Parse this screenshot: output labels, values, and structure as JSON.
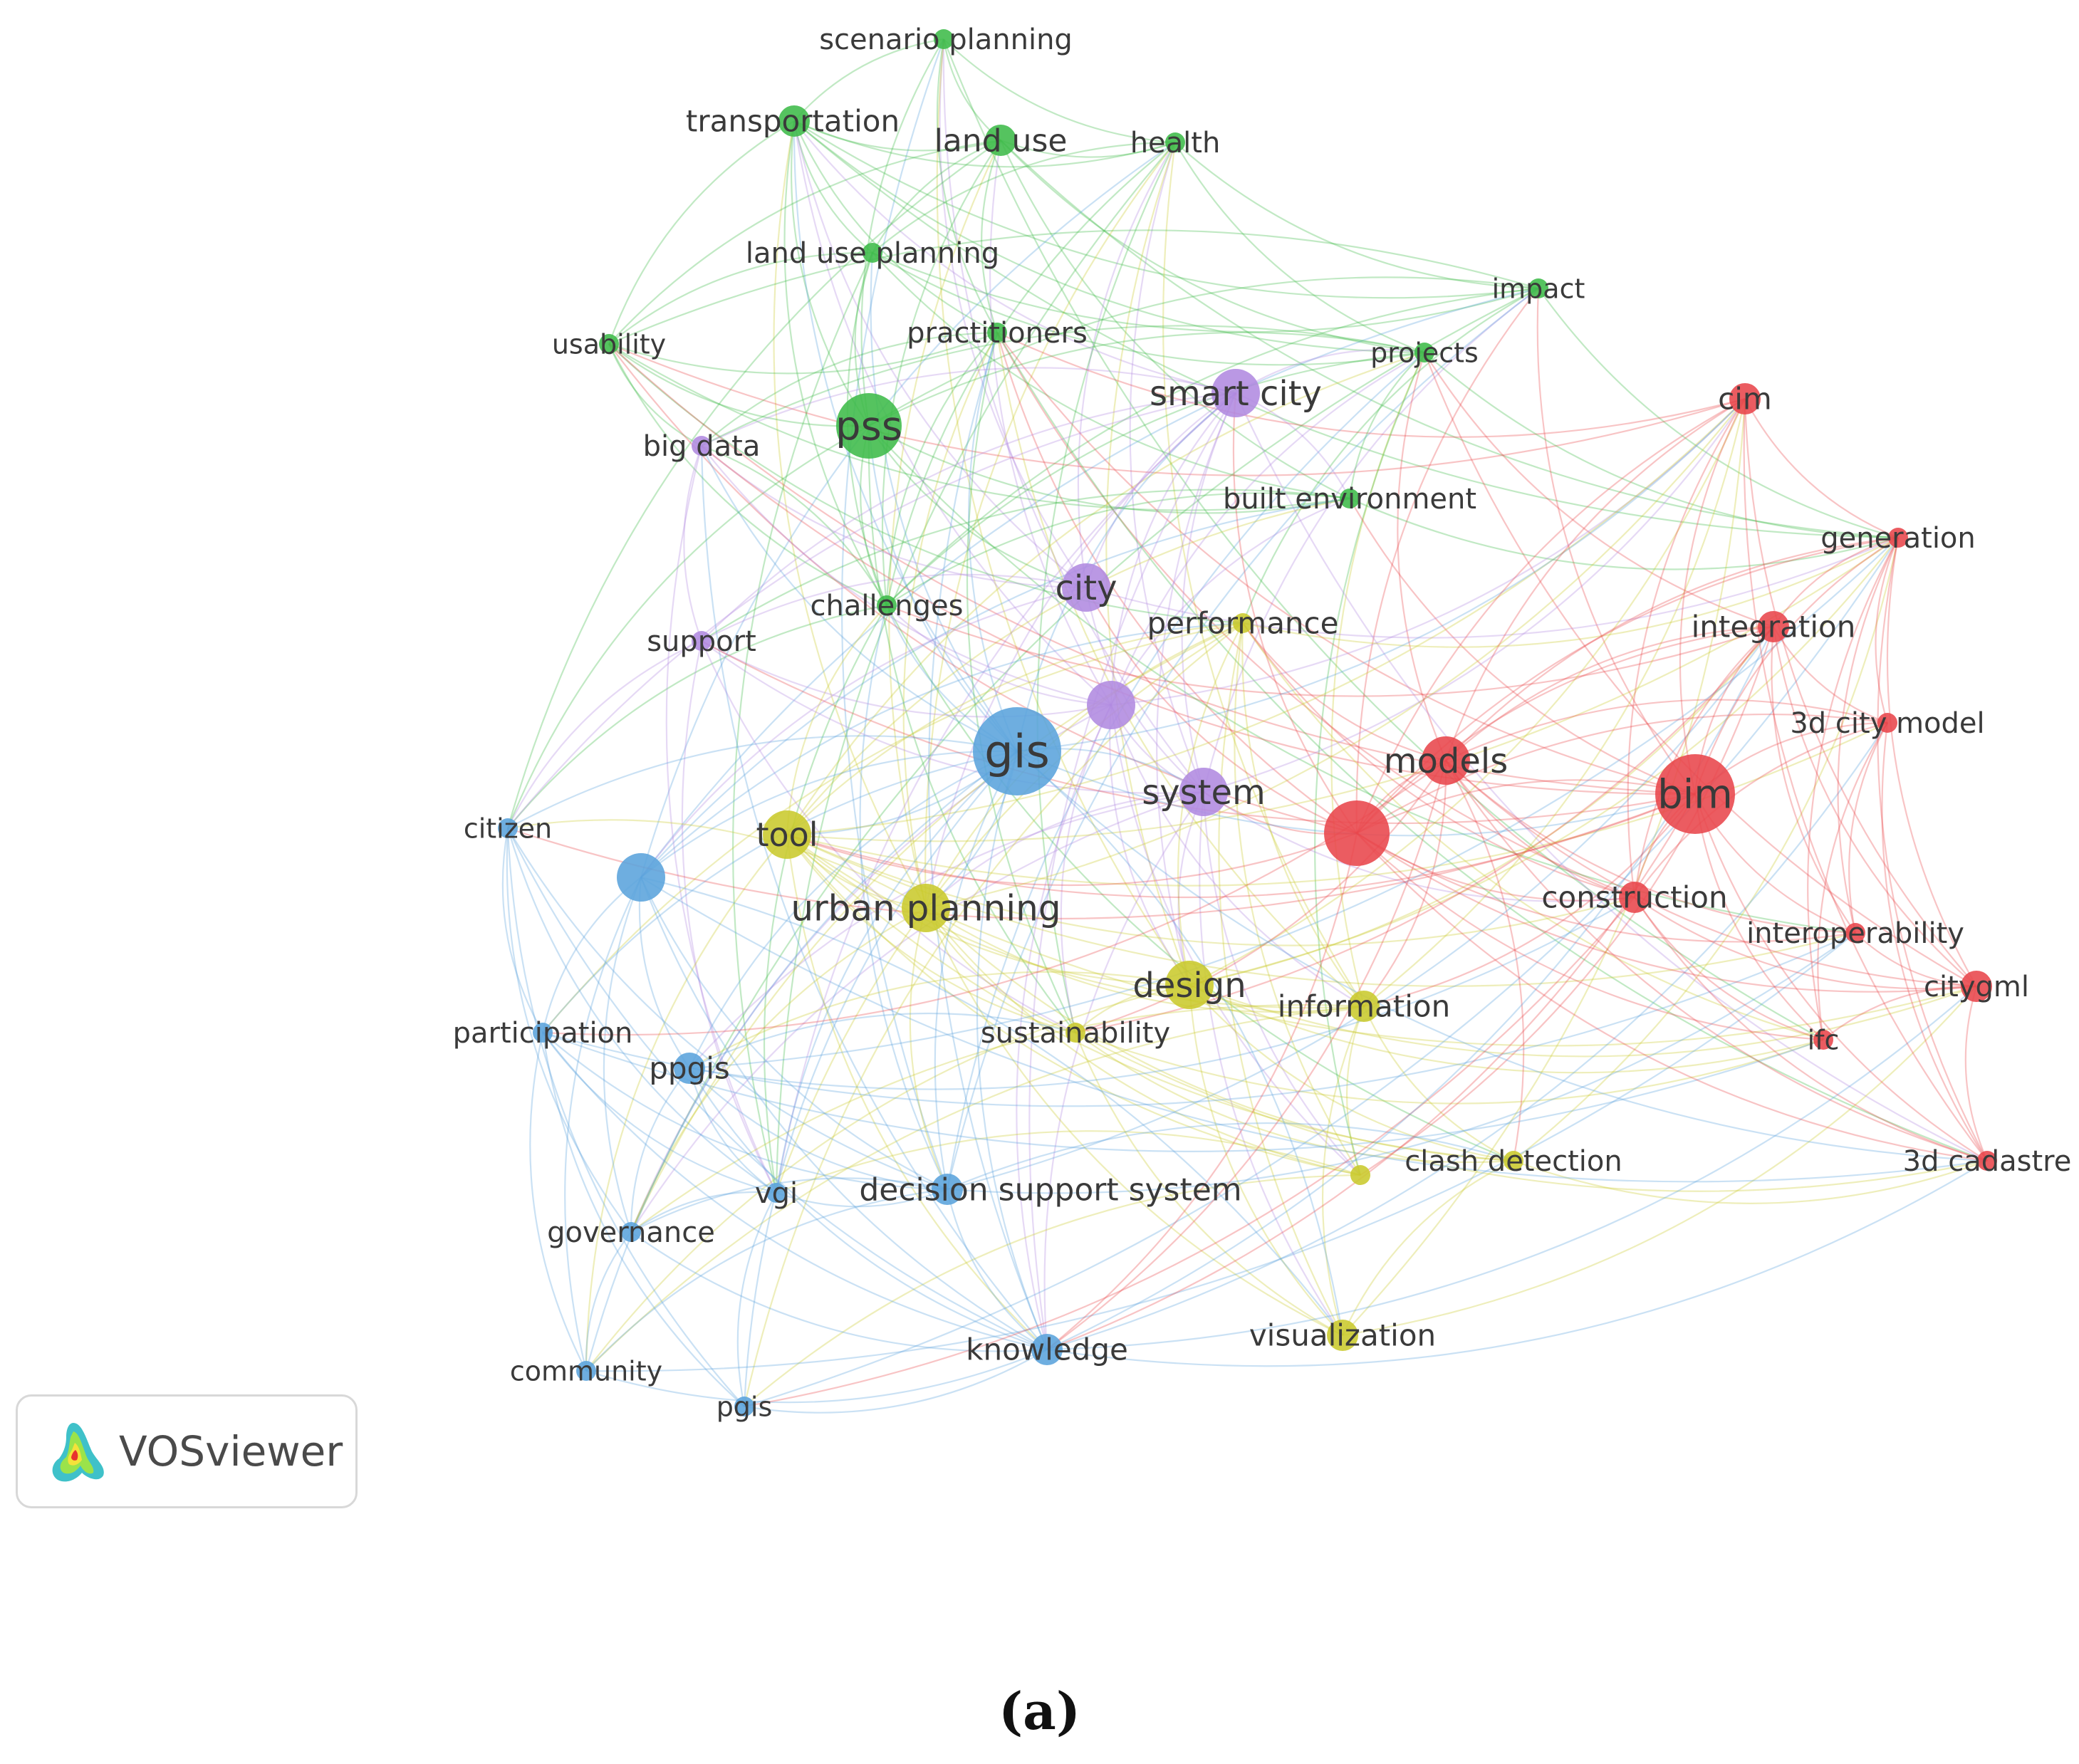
{
  "colors": {
    "red": "#e8464b",
    "green": "#3dbb49",
    "blue": "#5aa3dc",
    "yellow": "#c9c92c",
    "purple": "#b08ae0"
  },
  "network": {
    "nodes": [
      {
        "id": "scenario-planning",
        "label": "scenario planning",
        "cluster": "green",
        "weight": 1
      },
      {
        "id": "transportation",
        "label": "transportation",
        "cluster": "green",
        "weight": 2
      },
      {
        "id": "land-use",
        "label": "land use",
        "cluster": "green",
        "weight": 2
      },
      {
        "id": "health",
        "label": "health",
        "cluster": "green",
        "weight": 1
      },
      {
        "id": "land-use-planning",
        "label": "land use planning",
        "cluster": "green",
        "weight": 1
      },
      {
        "id": "impact",
        "label": "impact",
        "cluster": "green",
        "weight": 1
      },
      {
        "id": "usability",
        "label": "usability",
        "cluster": "green",
        "weight": 1
      },
      {
        "id": "practitioners",
        "label": "practitioners",
        "cluster": "green",
        "weight": 1
      },
      {
        "id": "projects",
        "label": "projects",
        "cluster": "green",
        "weight": 1
      },
      {
        "id": "pss",
        "label": "pss",
        "cluster": "green",
        "weight": 4
      },
      {
        "id": "built-environment",
        "label": "built environment",
        "cluster": "green",
        "weight": 1
      },
      {
        "id": "challenges",
        "label": "challenges",
        "cluster": "green",
        "weight": 1
      },
      {
        "id": "smart-city",
        "label": "smart city",
        "cluster": "purple",
        "weight": 3
      },
      {
        "id": "big-data",
        "label": "big data",
        "cluster": "purple",
        "weight": 1
      },
      {
        "id": "city",
        "label": "city",
        "cluster": "purple",
        "weight": 3
      },
      {
        "id": "support",
        "label": "support",
        "cluster": "purple",
        "weight": 1
      },
      {
        "id": "purple-hub",
        "label": "",
        "cluster": "purple",
        "weight": 3
      },
      {
        "id": "system",
        "label": "system",
        "cluster": "purple",
        "weight": 3
      },
      {
        "id": "performance",
        "label": "performance",
        "cluster": "yellow",
        "weight": 1
      },
      {
        "id": "tool",
        "label": "tool",
        "cluster": "yellow",
        "weight": 3
      },
      {
        "id": "urban-planning",
        "label": "urban planning",
        "cluster": "yellow",
        "weight": 3
      },
      {
        "id": "design",
        "label": "design",
        "cluster": "yellow",
        "weight": 3
      },
      {
        "id": "sustainability",
        "label": "sustainability",
        "cluster": "yellow",
        "weight": 1
      },
      {
        "id": "information",
        "label": "information",
        "cluster": "yellow",
        "weight": 2
      },
      {
        "id": "yellow-dot",
        "label": "",
        "cluster": "yellow",
        "weight": 1
      },
      {
        "id": "clash-detection",
        "label": "clash detection",
        "cluster": "yellow",
        "weight": 1
      },
      {
        "id": "visualization",
        "label": "visualization",
        "cluster": "yellow",
        "weight": 2
      },
      {
        "id": "gis",
        "label": "gis",
        "cluster": "blue",
        "weight": 6
      },
      {
        "id": "blue-hub",
        "label": "",
        "cluster": "blue",
        "weight": 3
      },
      {
        "id": "citizen",
        "label": "citizen",
        "cluster": "blue",
        "weight": 1
      },
      {
        "id": "participation",
        "label": "participation",
        "cluster": "blue",
        "weight": 1
      },
      {
        "id": "ppgis",
        "label": "ppgis",
        "cluster": "blue",
        "weight": 2
      },
      {
        "id": "vgi",
        "label": "vgi",
        "cluster": "blue",
        "weight": 1
      },
      {
        "id": "decision-support-system",
        "label": "decision support system",
        "cluster": "blue",
        "weight": 2
      },
      {
        "id": "governance",
        "label": "governance",
        "cluster": "blue",
        "weight": 1
      },
      {
        "id": "community",
        "label": "community",
        "cluster": "blue",
        "weight": 1
      },
      {
        "id": "pgis",
        "label": "pgis",
        "cluster": "blue",
        "weight": 1
      },
      {
        "id": "knowledge",
        "label": "knowledge",
        "cluster": "blue",
        "weight": 2
      },
      {
        "id": "cim",
        "label": "cim",
        "cluster": "red",
        "weight": 2
      },
      {
        "id": "generation",
        "label": "generation",
        "cluster": "red",
        "weight": 1
      },
      {
        "id": "integration",
        "label": "integration",
        "cluster": "red",
        "weight": 2
      },
      {
        "id": "3d-city-model",
        "label": "3d city model",
        "cluster": "red",
        "weight": 1
      },
      {
        "id": "models",
        "label": "models",
        "cluster": "red",
        "weight": 3
      },
      {
        "id": "bim",
        "label": "bim",
        "cluster": "red",
        "weight": 5
      },
      {
        "id": "red-hub",
        "label": "",
        "cluster": "red",
        "weight": 4
      },
      {
        "id": "construction",
        "label": "construction",
        "cluster": "red",
        "weight": 2
      },
      {
        "id": "interoperability",
        "label": "interoperability",
        "cluster": "red",
        "weight": 1
      },
      {
        "id": "citygml",
        "label": "citygml",
        "cluster": "red",
        "weight": 2
      },
      {
        "id": "ifc",
        "label": "ifc",
        "cluster": "red",
        "weight": 1
      },
      {
        "id": "3d-cadastre",
        "label": "3d cadastre",
        "cluster": "red",
        "weight": 1
      }
    ]
  },
  "badge": {
    "logo_name": "vosviewer-logo",
    "text": "VOSviewer"
  },
  "panel_label": "(a)"
}
